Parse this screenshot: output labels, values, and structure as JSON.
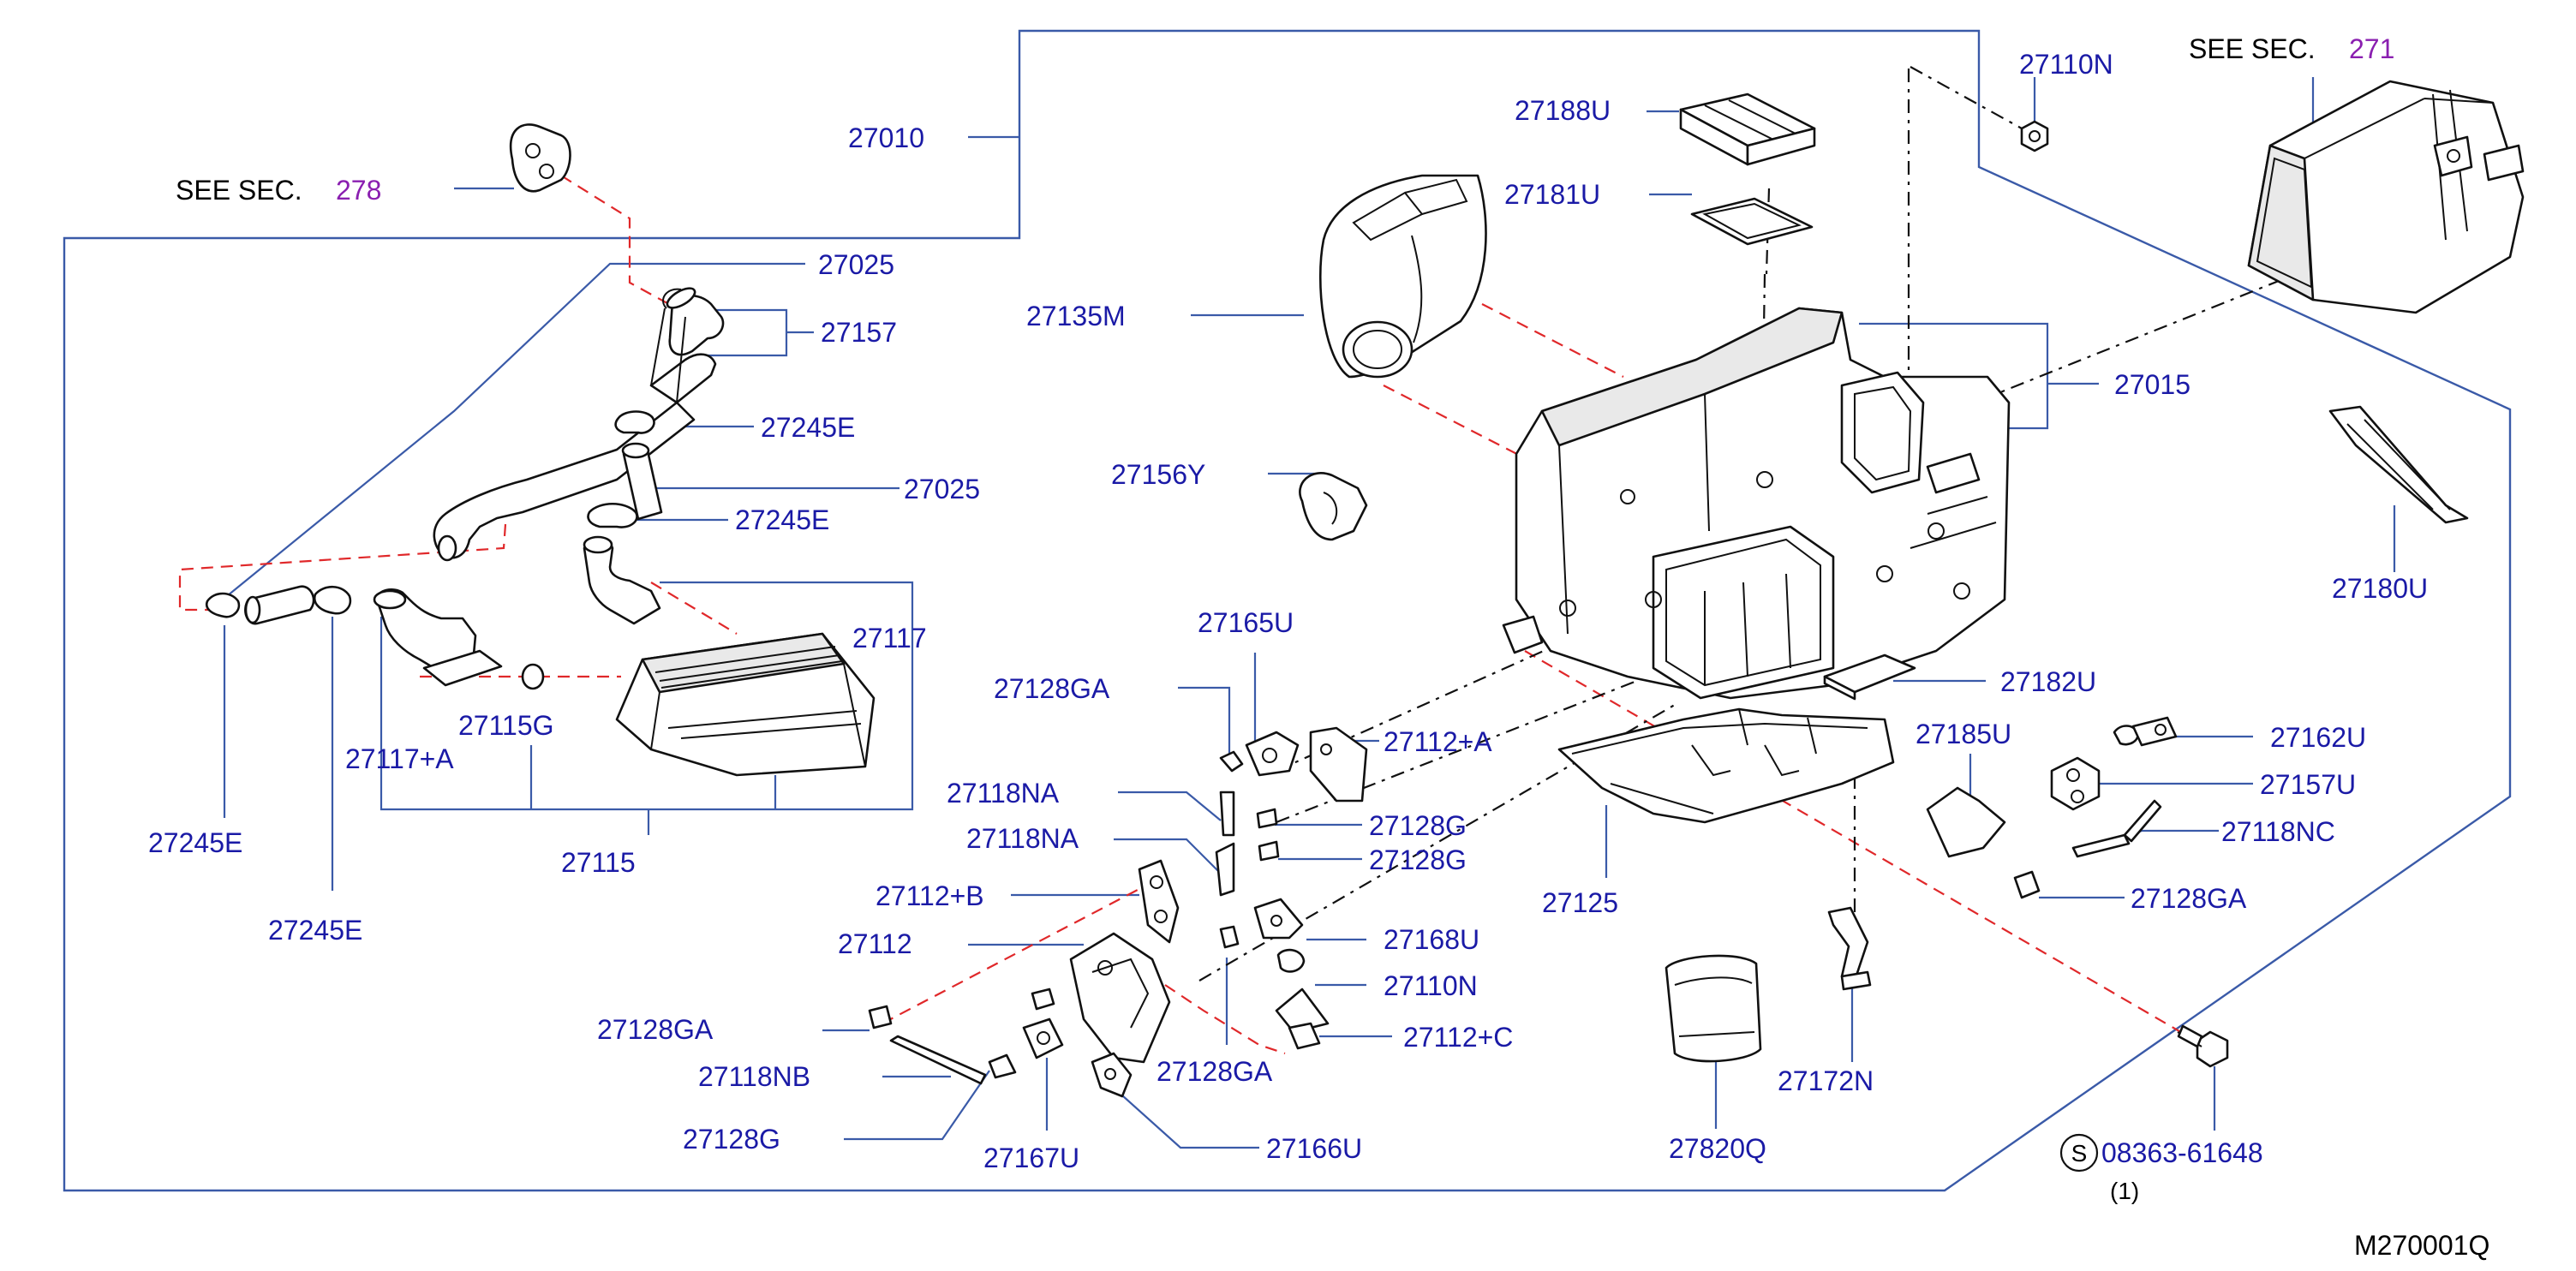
{
  "labels": {
    "p27010": "27010",
    "p27025_top": "27025",
    "p27157": "27157",
    "p27245E_a": "27245E",
    "p27025_mid": "27025",
    "p27245E_b": "27245E",
    "p27117": "27117",
    "p27115G": "27115G",
    "p27117A": "27117+A",
    "p27115": "27115",
    "p27245E_c": "27245E",
    "p27245E_d": "27245E",
    "p27188U": "27188U",
    "p27181U": "27181U",
    "p27135M": "27135M",
    "p27156Y": "27156Y",
    "p27110N_top": "27110N",
    "p27015": "27015",
    "p27180U": "27180U",
    "p27165U": "27165U",
    "p27128GA_a": "27128GA",
    "p27112A": "27112+A",
    "p27118NA_a": "27118NA",
    "p27128G_a": "27128G",
    "p27118NA_b": "27118NA",
    "p27128G_b": "27128G",
    "p27112B": "27112+B",
    "p27112": "27112",
    "p27168U": "27168U",
    "p27110N_mid": "27110N",
    "p27128GA_b": "27128GA",
    "p27112C": "27112+C",
    "p27118NB": "27118NB",
    "p27128GA_c": "27128GA",
    "p27128G_c": "27128G",
    "p27167U": "27167U",
    "p27166U": "27166U",
    "p27182U": "27182U",
    "p27185U": "27185U",
    "p27125": "27125",
    "p27162U": "27162U",
    "p27157U": "27157U",
    "p27118NC": "27118NC",
    "p27128GA_d": "27128GA",
    "p27820Q": "27820Q",
    "p27172N": "27172N",
    "p08363": "08363-61648",
    "p08363_qty": "(1)",
    "s_symbol": "S"
  },
  "refs": {
    "see_278_prefix": "SEE   SEC.",
    "see_278_num": "278",
    "see_271_prefix": "SEE   SEC.",
    "see_271_num": "271"
  },
  "figure_id": "M270001Q",
  "colors": {
    "label_blue": "#1a1aa6",
    "section_purple": "#8a1fb0",
    "leader_blue": "#3a5aa8",
    "dash_red": "#e0282a"
  }
}
